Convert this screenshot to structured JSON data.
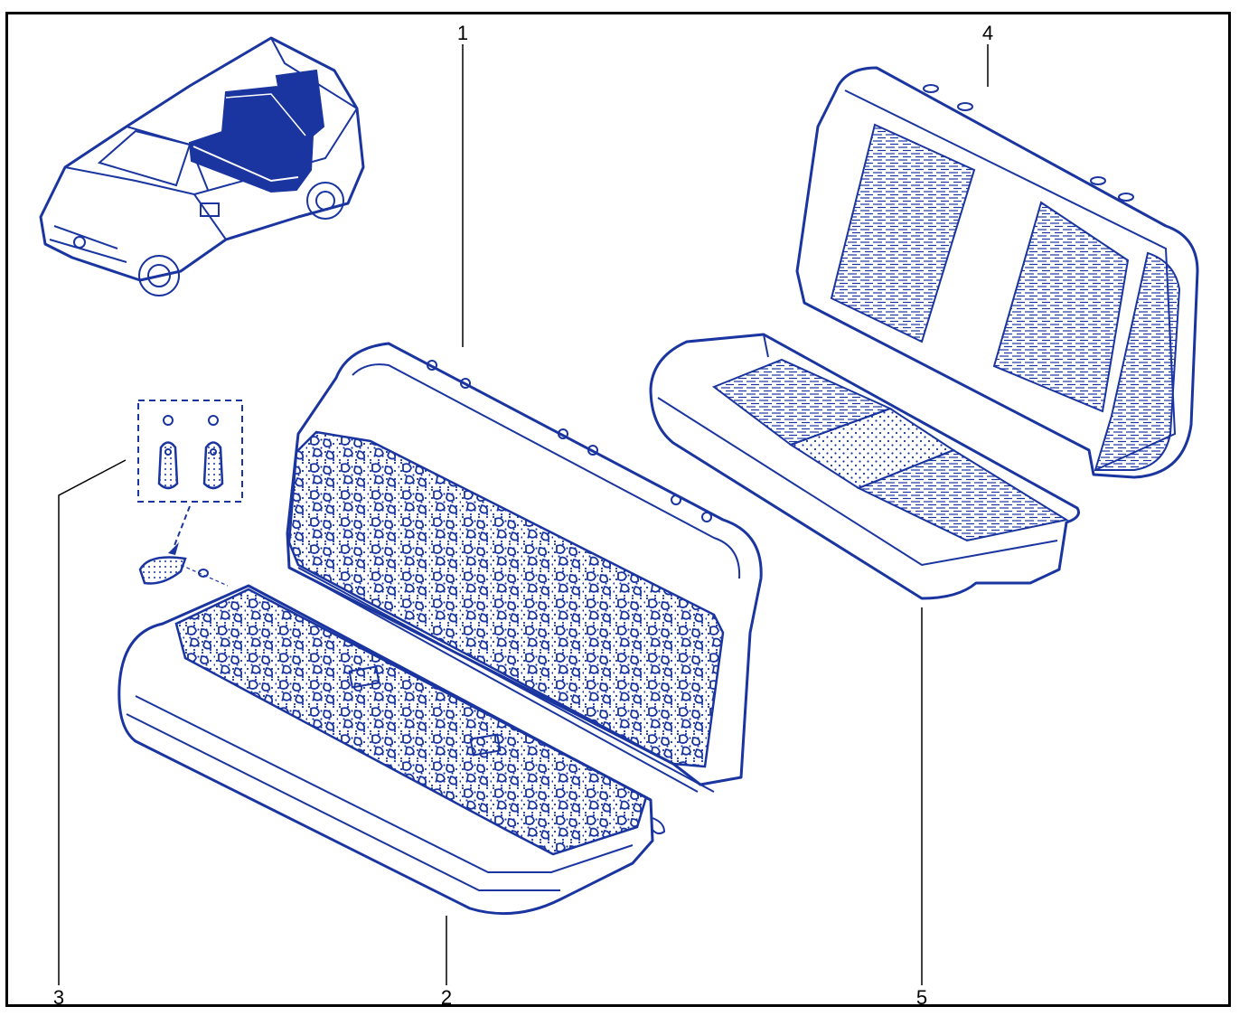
{
  "colors": {
    "line": "#1a35a0",
    "frame": "#000000",
    "background": "#ffffff"
  },
  "callouts": [
    {
      "id": "1",
      "label": "1"
    },
    {
      "id": "2",
      "label": "2"
    },
    {
      "id": "3",
      "label": "3"
    },
    {
      "id": "4",
      "label": "4"
    },
    {
      "id": "5",
      "label": "5"
    }
  ],
  "parts": [
    "vehicle-overview",
    "rear-seat-back",
    "rear-seat-cushion",
    "headrest-hooks-kit",
    "seat-back-alt-cover",
    "seat-cushion-alt-cover"
  ]
}
